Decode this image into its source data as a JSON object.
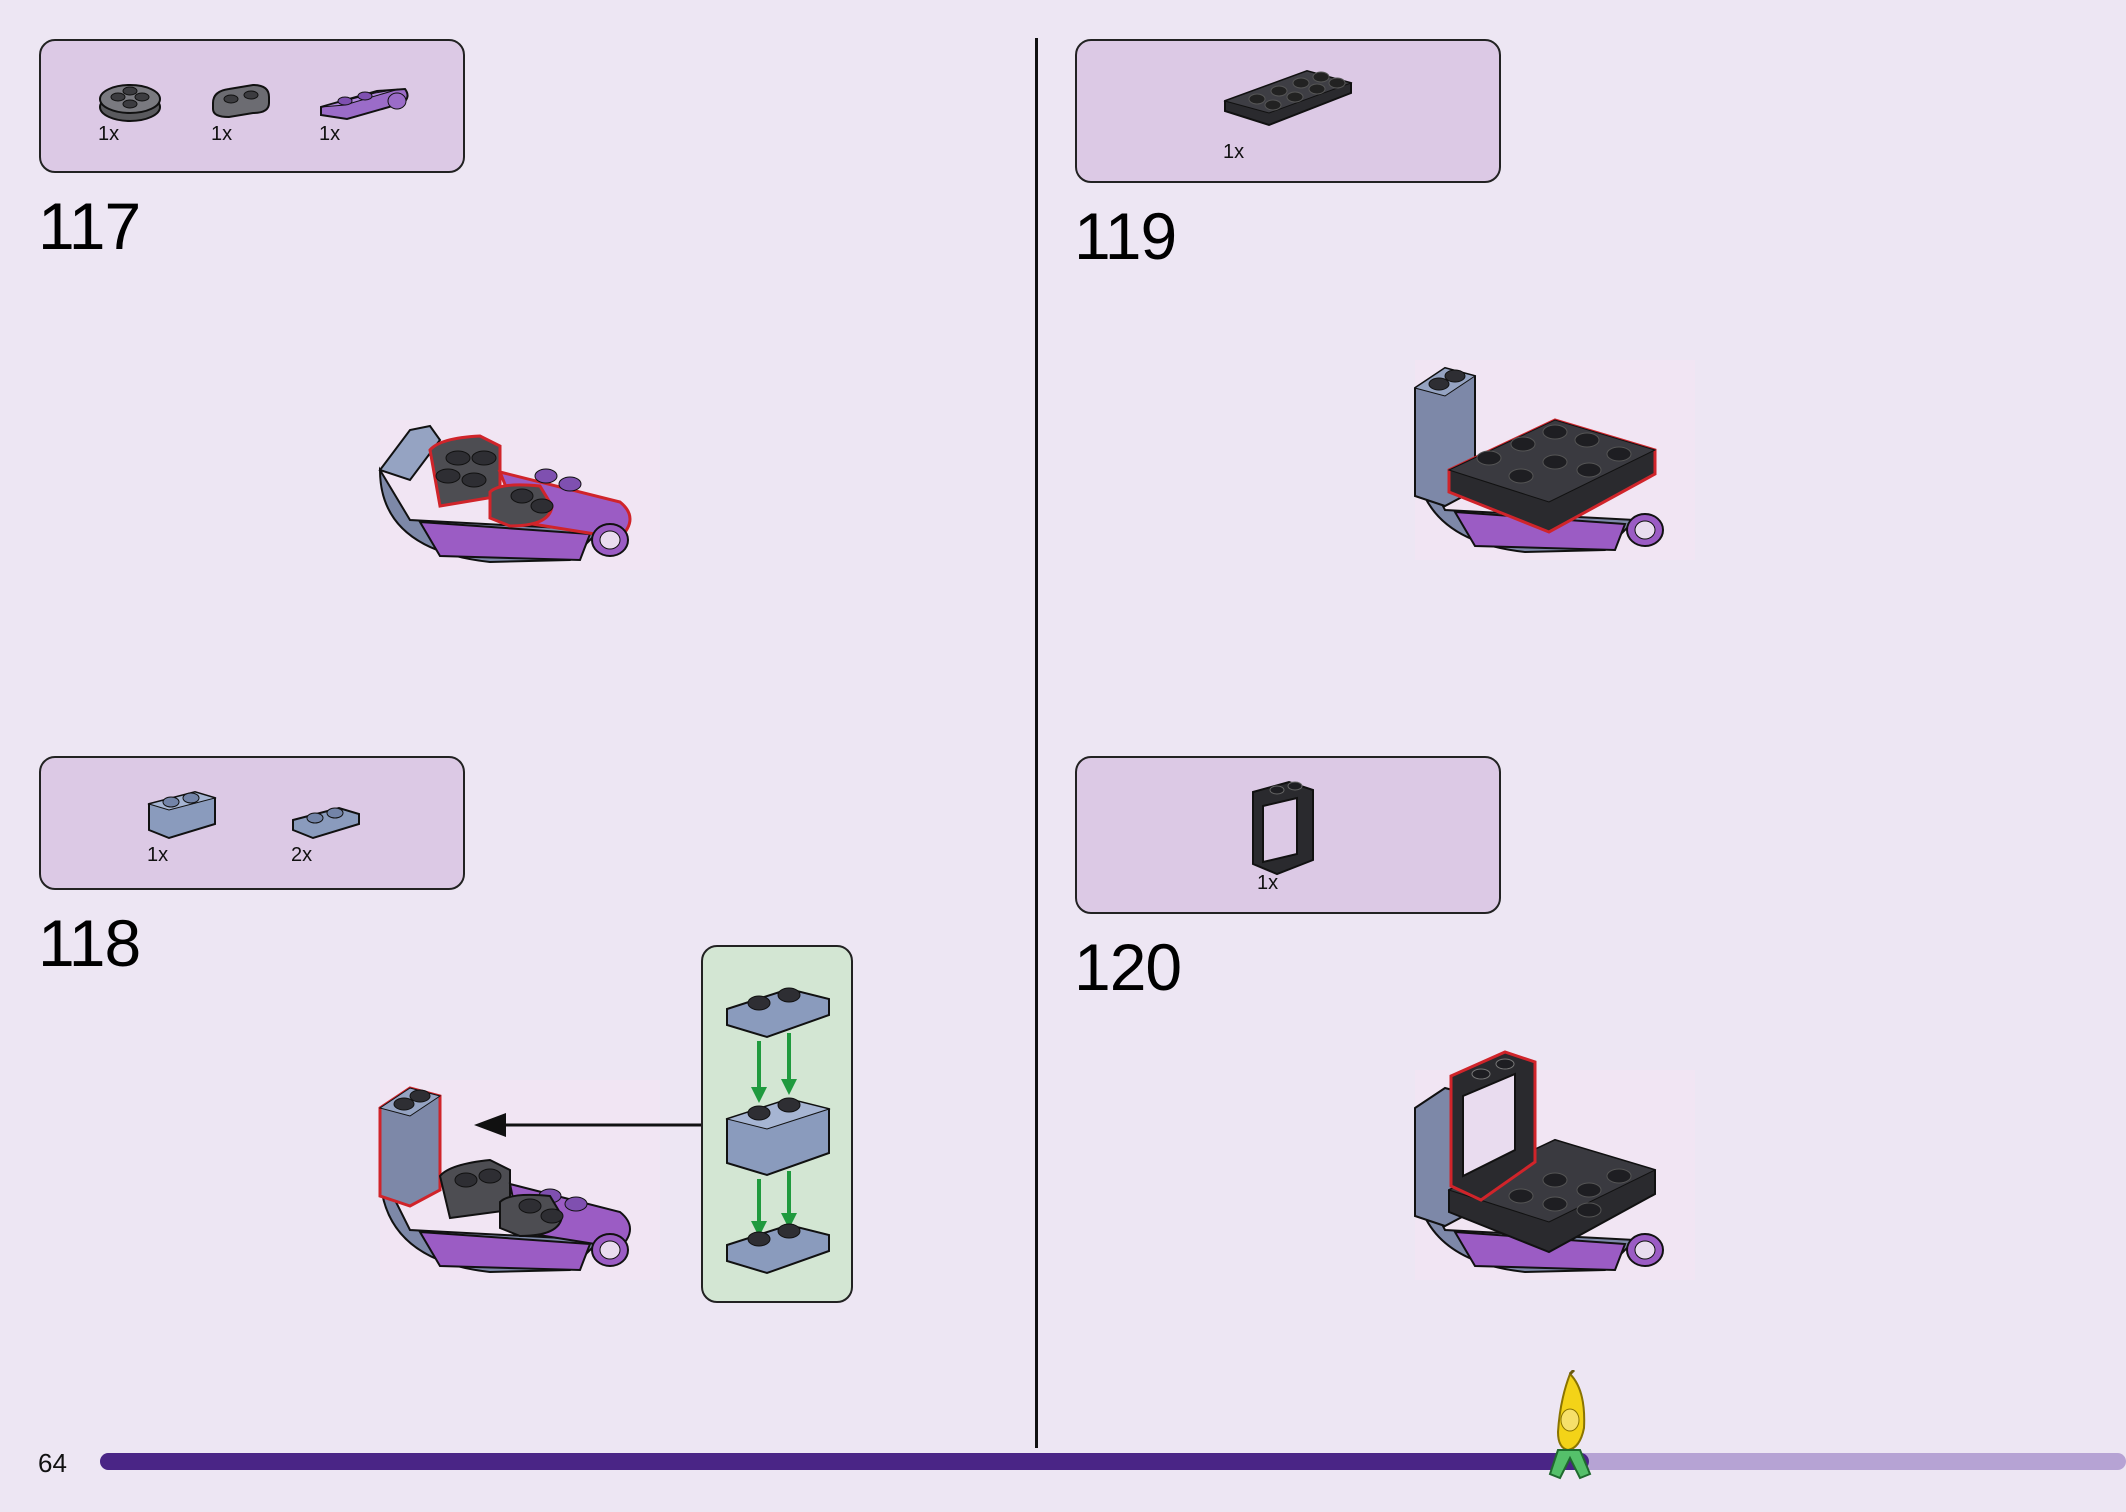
{
  "page": {
    "page_number": "64",
    "progress_fraction": 0.735,
    "colors": {
      "background": "#ede6f3",
      "parts_box": "#dcc9e5",
      "callout_box": "#d3e6d3",
      "progress_fill": "#4a2586",
      "progress_track": "#b6a3d4",
      "highlight": "#d0242a"
    }
  },
  "steps": [
    {
      "number": "117",
      "parts": [
        {
          "icon": "round-plate-2x2-dark-gray-icon",
          "qty": "1x"
        },
        {
          "icon": "plate-1x2-rounded-dark-gray-icon",
          "qty": "1x"
        },
        {
          "icon": "plate-1x2-with-pin-hole-purple-icon",
          "qty": "1x"
        }
      ]
    },
    {
      "number": "118",
      "parts": [
        {
          "icon": "brick-1x2-sand-blue-icon",
          "qty": "1x"
        },
        {
          "icon": "plate-1x2-sand-blue-icon",
          "qty": "2x"
        }
      ]
    },
    {
      "number": "119",
      "parts": [
        {
          "icon": "plate-2x4-black-icon",
          "qty": "1x"
        }
      ]
    },
    {
      "number": "120",
      "parts": [
        {
          "icon": "window-frame-1x2x2-black-icon",
          "qty": "1x"
        }
      ]
    }
  ],
  "mascot": {
    "icon": "banana-minifigure-icon"
  }
}
